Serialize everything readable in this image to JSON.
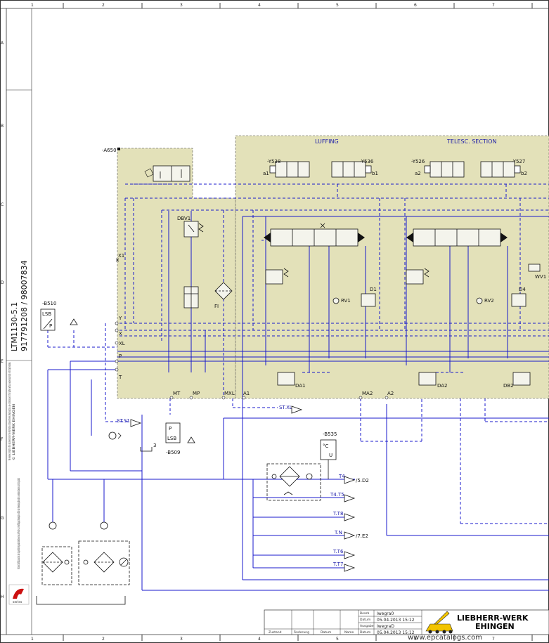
{
  "document": {
    "vertical_title_line1": "LTM1130-5.1",
    "vertical_title_line2": "917791208  /  98007834"
  },
  "ruler": {
    "columns": [
      "1",
      "2",
      "3",
      "4",
      "5",
      "6",
      "7"
    ],
    "rows": [
      "A",
      "B",
      "C",
      "D",
      "E",
      "F",
      "G",
      "H"
    ]
  },
  "blocks": {
    "left_block": "-A650",
    "luffing_header": "LUFFING",
    "telesc_header": "TELESC. SECTION"
  },
  "solenoids": {
    "y538": "-Y538",
    "y536": "-Y536",
    "y526": "-Y526",
    "y527": "-Y527",
    "a1": "a1",
    "b1": "b1",
    "a2": "a2",
    "b2": "b2"
  },
  "components": {
    "dbv1": "DBV1",
    "fi": "FI",
    "rv1": "RV1",
    "rv2": "RV2",
    "d1": "D1",
    "d4": "D4",
    "wv1": "WV1",
    "da1": "DA1",
    "da2": "DA2",
    "db2": "DB2",
    "x1": "X1",
    "b510": "-B510",
    "b509": "-B509",
    "b535": "-B535",
    "lsb": "LSB",
    "p": "P",
    "temp_symbol": "°C",
    "temp_u": "U",
    "st_s1": "ST.S1",
    "st_xl": "ST.XL",
    "three": "3"
  },
  "ports": {
    "y": "Y",
    "x": "X",
    "xl": "XL",
    "p": "P",
    "t": "T",
    "mt": "MT",
    "mp": "MP",
    "mxl": "MXL",
    "a1": "A1",
    "ma2": "MA2",
    "a2": "A2"
  },
  "lines": {
    "t4": "T4",
    "t4_ref": "/5.D2",
    "t4t5": "T4.T5",
    "t8": "T.T8",
    "tn": "T.N",
    "tn_ref": "/7.E2",
    "t6": "T.T6",
    "t7": "T.T7"
  },
  "side_notes": {
    "note_en": "We reserve all rights in this document and in the information contained therein. Reproduction, use or disclosure to third parties without express authority is strictly forbidden.",
    "note_en_company": "© LIEBHERR-WERK EHINGEN",
    "note_de": "Für dieses Schriftstück und den darin dargestellten Gegenstand behalten wir uns alle Rechte vor. Vervielfältigung, Bekanntgabe an Dritte oder Verwendung außerhalb des vereinbarten Zweckes sind nicht gestattet.",
    "eplan_series": "series"
  },
  "title_block": {
    "bearb_label": "Bearb",
    "datum_label": "Datum",
    "ausgabe_label": "Ausgabe",
    "datum2_label": "Datum",
    "author1": "Iwegra0",
    "date1": "05.04.2013  15:12",
    "author2": "IwegraD",
    "date2": "05.04.2013  15:12",
    "zustand": "Zustand",
    "aenderung": "Änderung",
    "datum_col": "Datum",
    "name_col": "Name",
    "logo_line1": "LIEBHERR-WERK",
    "logo_line2": "EHINGEN",
    "watermark": "www.epcatalogs.com"
  }
}
